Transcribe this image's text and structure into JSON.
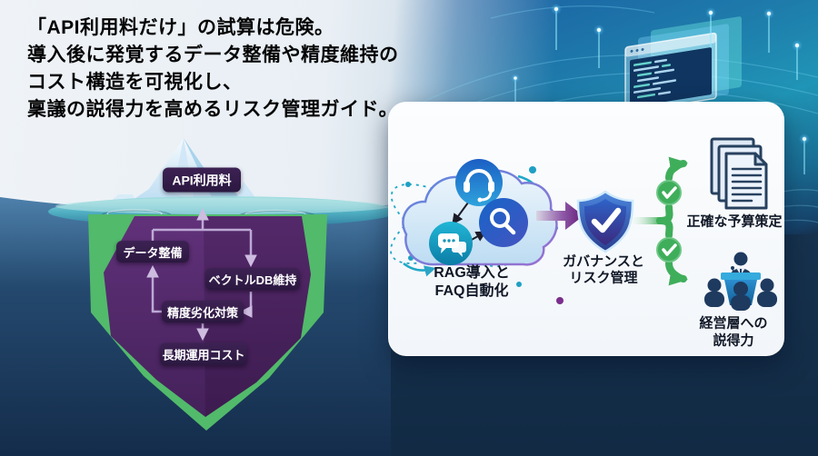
{
  "headline": {
    "lines": [
      "「API利用料だけ」の試算は危険。",
      "導入後に発覚するデータ整備や精度維持の",
      "コスト構造を可視化し、",
      "稟議の説得力を高めるリスク管理ガイド。"
    ]
  },
  "iceberg": {
    "tip_label": "API利用料",
    "hidden_labels": {
      "data_prep": "データ整備",
      "vector_db": "ベクトルDB維持",
      "accuracy": "精度劣化対策",
      "long_term": "長期運用コスト"
    }
  },
  "flow": {
    "cloud": {
      "line1": "RAG導入と",
      "line2": "FAQ自動化"
    },
    "shield": {
      "line1": "ガバナンスと",
      "line2": "リスク管理"
    },
    "outcome_budget": "正確な予算策定",
    "outcome_exec": {
      "line1": "経営層への",
      "line2": "説得力"
    }
  },
  "colors": {
    "iceberg_green": "#52ba6b",
    "iceberg_purple": "#5a2d6e",
    "label_box_purple": "#321c46",
    "water_teal": "#53b4c6",
    "deep_navy": "#16304f",
    "tech_blue": "#1f85ae",
    "flow_arrow_purple": "#6b1f7e",
    "flow_arrow_green": "#3fae5b",
    "card_bg": "#f7fafc"
  }
}
